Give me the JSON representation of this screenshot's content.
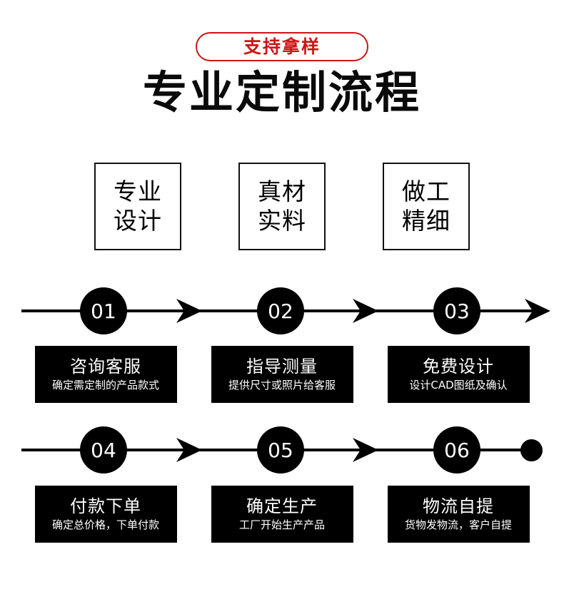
{
  "badge": {
    "label": "支持拿样",
    "color": "#cc1515"
  },
  "title": "专业定制流程",
  "features": [
    {
      "line1": "专业",
      "line2": "设计"
    },
    {
      "line1": "真材",
      "line2": "实料"
    },
    {
      "line1": "做工",
      "line2": "精细"
    }
  ],
  "flow": {
    "rows": [
      {
        "numbers": [
          "01",
          "02",
          "03"
        ],
        "end_marker": "arrow",
        "steps": [
          {
            "title": "咨询客服",
            "sub": "确定需定制的产品款式"
          },
          {
            "title": "指导测量",
            "sub": "提供尺寸或照片给客服"
          },
          {
            "title": "免费设计",
            "sub": "设计CAD图纸及确认"
          }
        ]
      },
      {
        "numbers": [
          "04",
          "05",
          "06"
        ],
        "end_marker": "dot",
        "steps": [
          {
            "title": "付款下单",
            "sub": "确定总价格，下单付款"
          },
          {
            "title": "确定生产",
            "sub": "工厂开始生产产品"
          },
          {
            "title": "物流自提",
            "sub": "货物发物流，客户自提"
          }
        ]
      }
    ]
  },
  "colors": {
    "accent_red": "#cc1515",
    "ink": "#000000",
    "paper": "#ffffff"
  }
}
